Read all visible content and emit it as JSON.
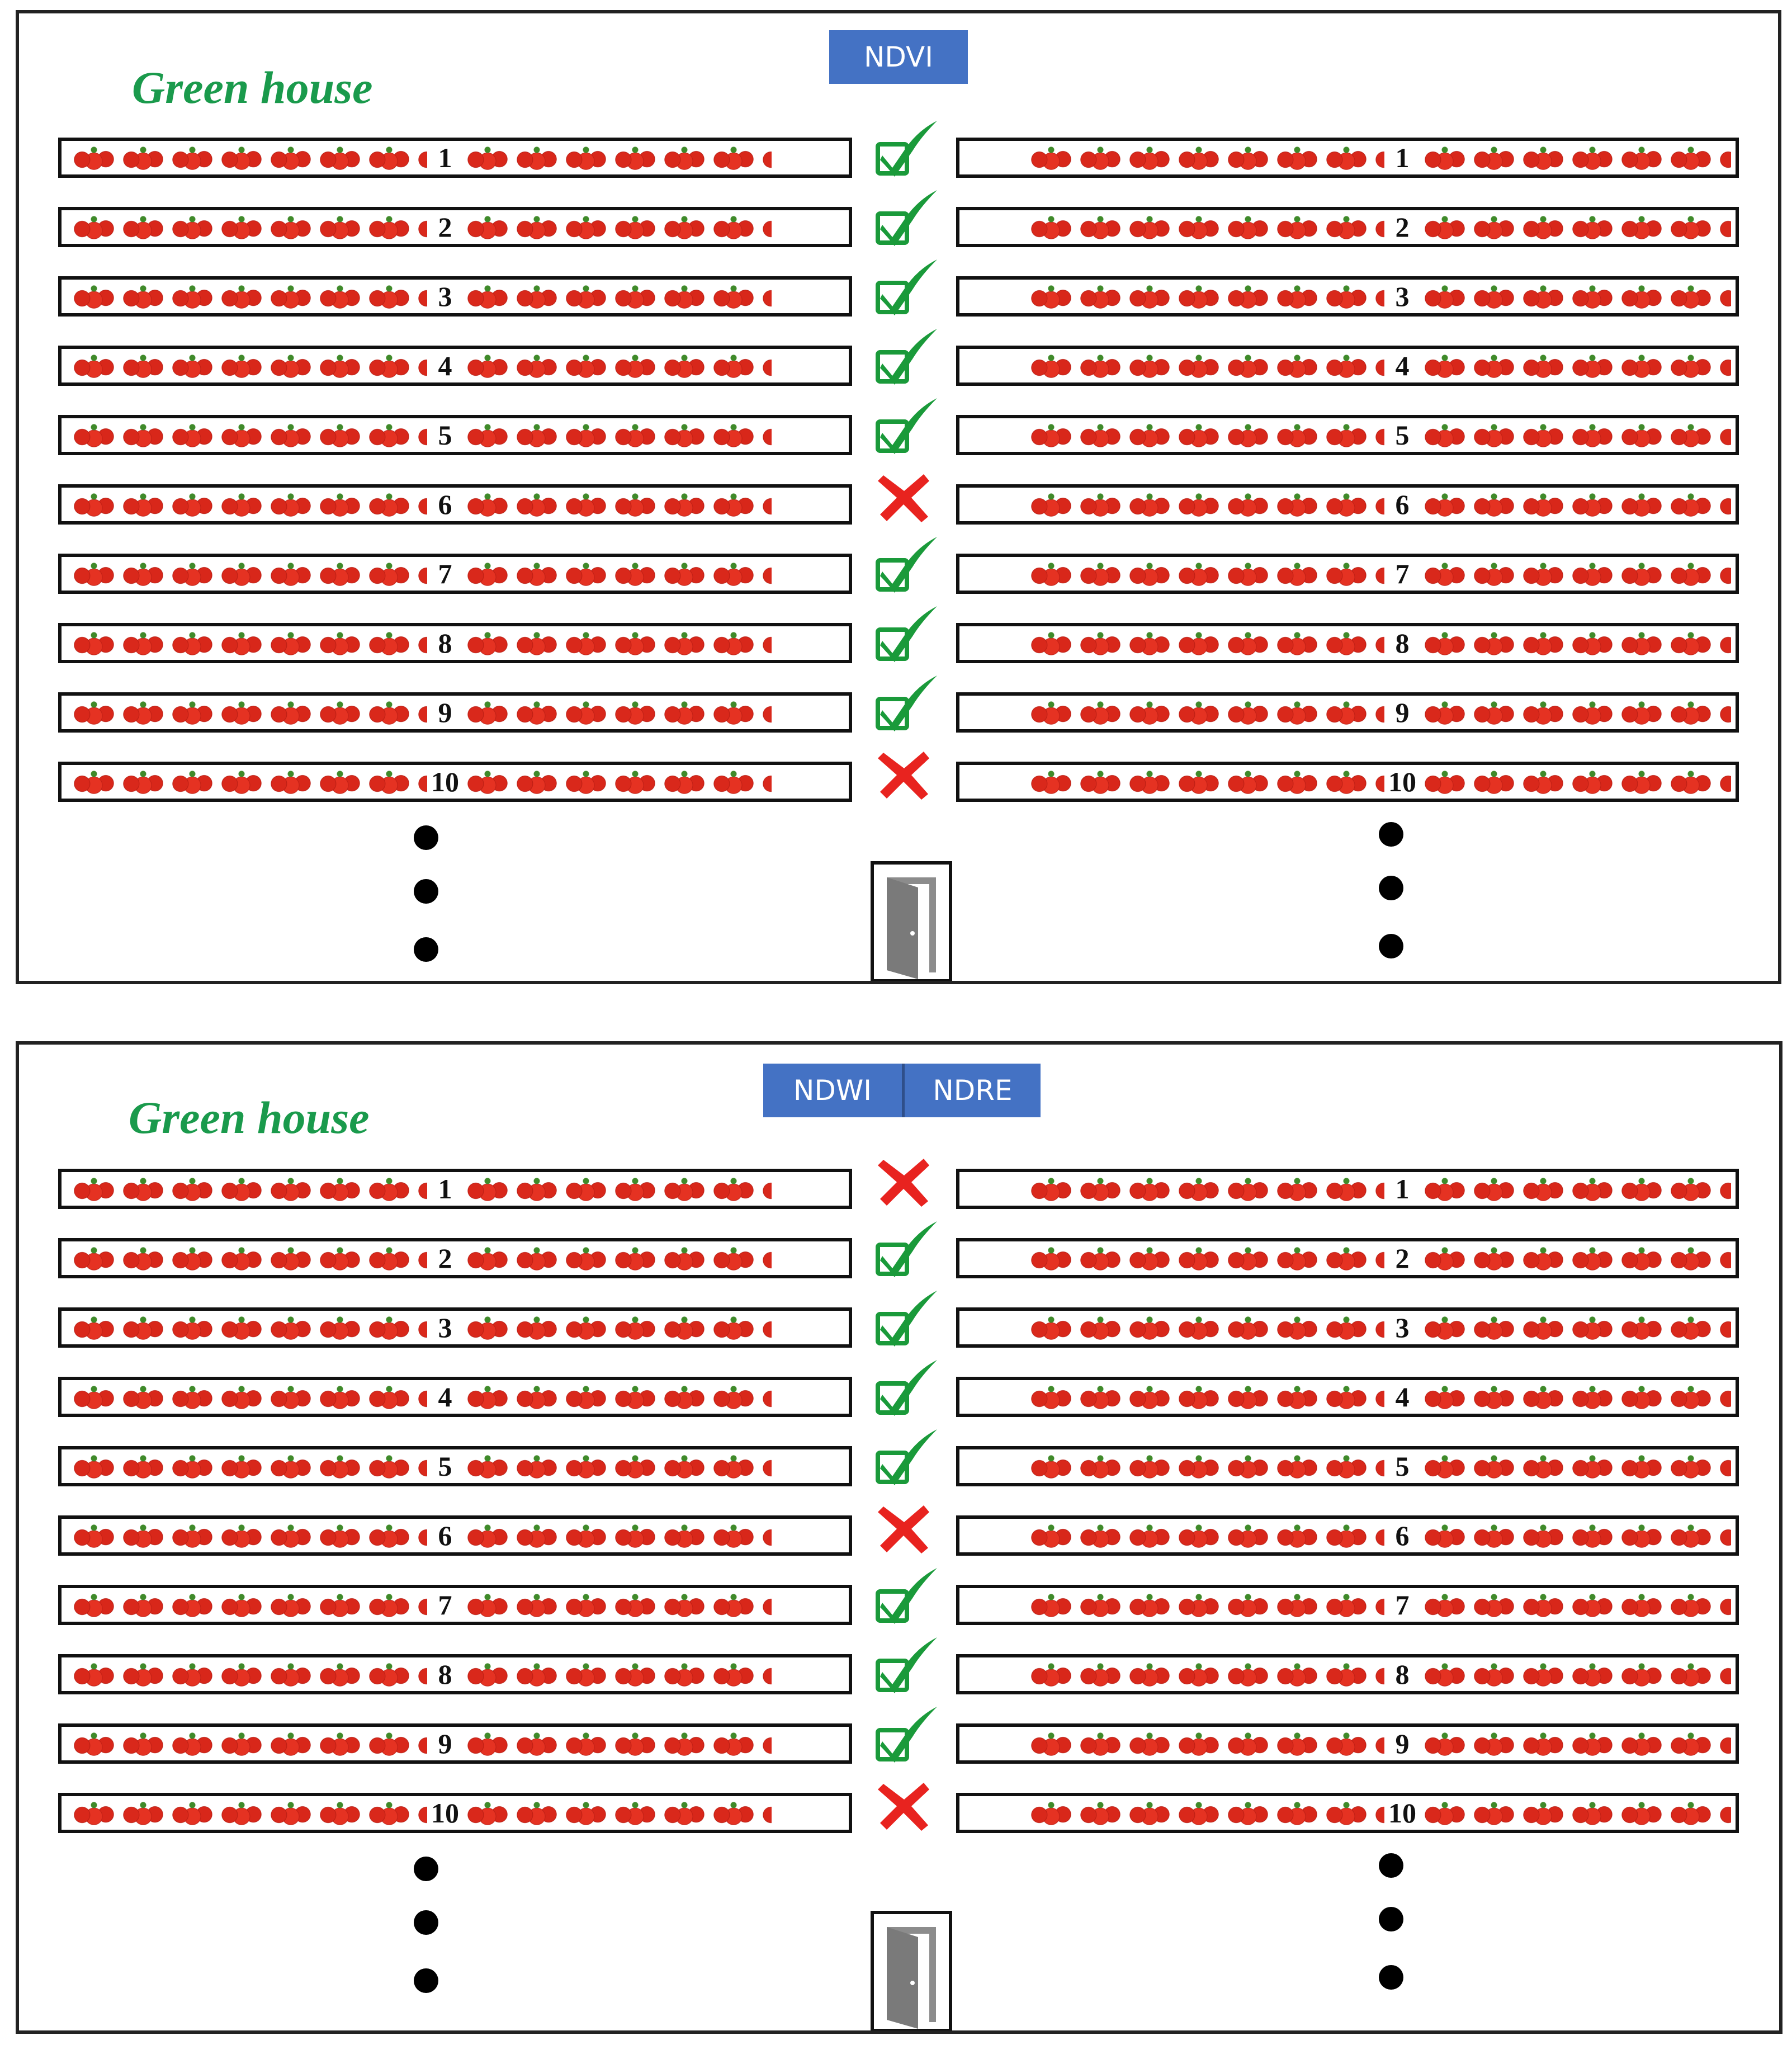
{
  "panels": [
    {
      "title": "Green house",
      "tags": [
        "NDVI"
      ],
      "rows": [
        {
          "label": "1",
          "status": "check"
        },
        {
          "label": "2",
          "status": "check"
        },
        {
          "label": "3",
          "status": "check"
        },
        {
          "label": "4",
          "status": "check"
        },
        {
          "label": "5",
          "status": "check"
        },
        {
          "label": "6",
          "status": "cross"
        },
        {
          "label": "7",
          "status": "check"
        },
        {
          "label": "8",
          "status": "check"
        },
        {
          "label": "9",
          "status": "check"
        },
        {
          "label": "10",
          "status": "cross"
        }
      ]
    },
    {
      "title": "Green house",
      "tags": [
        "NDWI",
        "NDRE"
      ],
      "rows": [
        {
          "label": "1",
          "status": "cross"
        },
        {
          "label": "2",
          "status": "check"
        },
        {
          "label": "3",
          "status": "check"
        },
        {
          "label": "4",
          "status": "check"
        },
        {
          "label": "5",
          "status": "check"
        },
        {
          "label": "6",
          "status": "cross"
        },
        {
          "label": "7",
          "status": "check"
        },
        {
          "label": "8",
          "status": "check"
        },
        {
          "label": "9",
          "status": "check"
        },
        {
          "label": "10",
          "status": "cross"
        }
      ]
    }
  ],
  "icons": {
    "check": "checkmark-icon",
    "cross": "cross-icon",
    "entrance": "door-icon",
    "continuation": "ellipsis-dots",
    "plants": "tomato-icon"
  },
  "colors": {
    "title": "#1a9a4c",
    "tag": "#4472c4",
    "check": "#1a9a3a",
    "cross": "#e8231f",
    "tomato": "#d9281b"
  }
}
